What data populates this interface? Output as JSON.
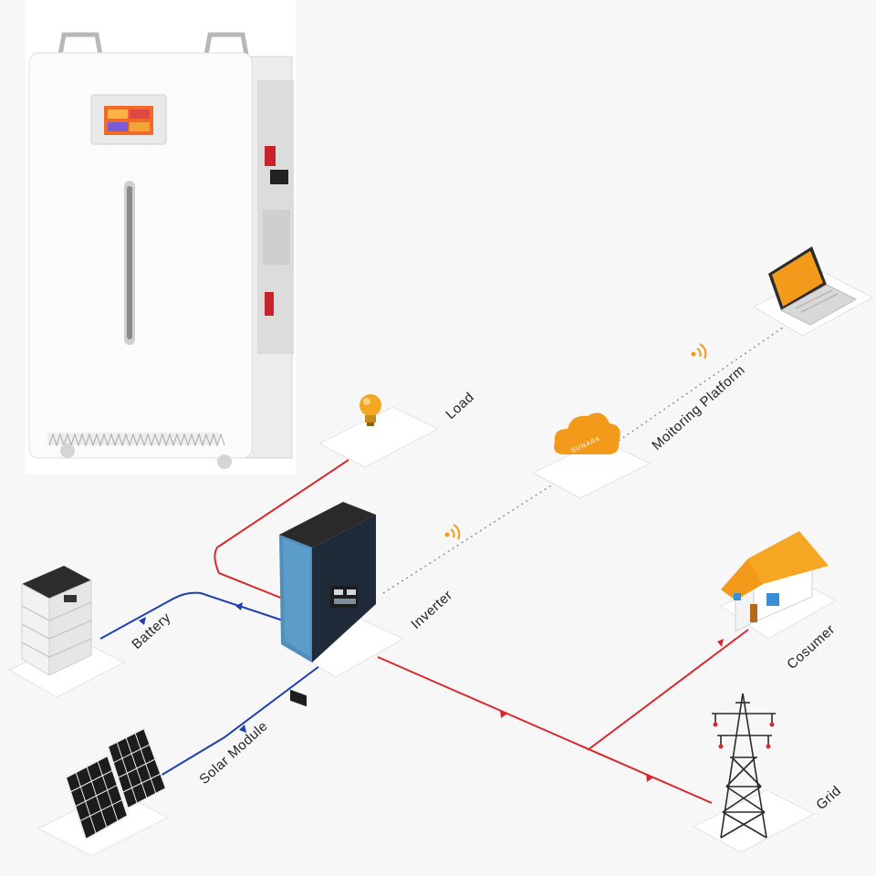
{
  "diagram": {
    "labels": {
      "load": "Load",
      "monitoring": "Moitoring Platform",
      "inverter": "Inverter",
      "battery": "Battery",
      "solar": "Solar Module",
      "consumer": "Cosumer",
      "grid": "Grid"
    },
    "cloud_brand": "SUNARK",
    "colors": {
      "ac_line": "#d9272e",
      "dc_line": "#1f3fb0",
      "data_line": "#8a8a8a",
      "inverter_body": "#4f8fbf",
      "accent_orange": "#f39a1a"
    },
    "icons": {
      "battery_cabinet": "battery-cabinet-product",
      "wifi": "wifi-signal-icon",
      "bulb": "light-bulb-icon",
      "cloud": "cloud-icon",
      "laptop": "laptop-icon",
      "house": "house-icon",
      "tower": "power-tower-icon",
      "solar": "solar-panel-icon",
      "battery_stack": "battery-stack-icon",
      "inverter": "inverter-icon"
    }
  }
}
